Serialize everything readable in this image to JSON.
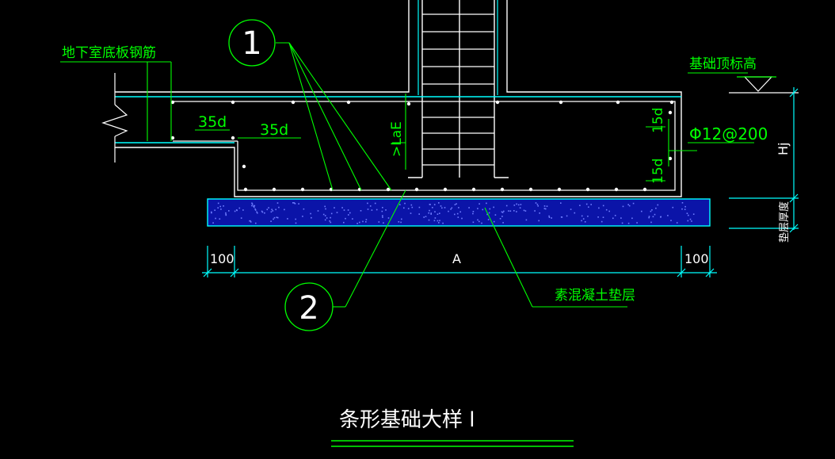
{
  "drawing": {
    "title": "条形基础大样 l",
    "labels": {
      "basement_rebar": "地下室底板钢筋",
      "foundation_top_elev": "基础顶标高",
      "rebar_spec": "Φ12@200",
      "lap_35d_left": "35d",
      "lap_35d_mid": "35d",
      "anchor_lae": ">LaE",
      "hook_15d_top": "15d",
      "hook_15d_bottom": "15d",
      "height_hj": "Hj",
      "cushion_thickness": "垫层厚度",
      "plain_concrete_cushion": "素混凝土垫层",
      "dim_left": "100",
      "dim_width": "A",
      "dim_right": "100",
      "callout_1": "1",
      "callout_2": "2"
    },
    "colors": {
      "background": "#000000",
      "outline": "#ffffff",
      "structure": "#00ffff",
      "annotation": "#00ff00",
      "cushion_fill": "#0b14a8",
      "cushion_dots": "#6e7cff"
    }
  }
}
